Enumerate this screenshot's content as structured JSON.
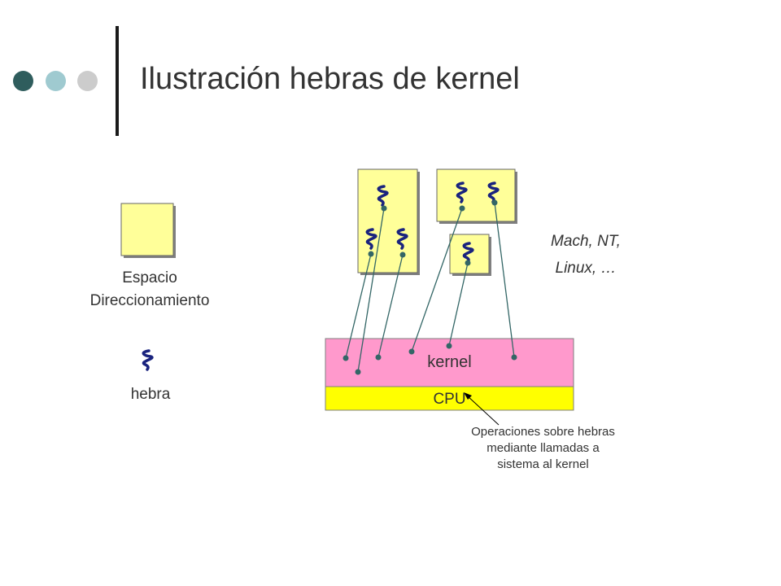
{
  "slide": {
    "title": "Ilustración hebras de kernel",
    "decor_dots": [
      "#2f5d5d",
      "#9fcad0",
      "#cccccc"
    ]
  },
  "legend": {
    "address_space_line1": "Espacio",
    "address_space_line2": "Direccionamiento",
    "thread_label": "hebra"
  },
  "diagram": {
    "os_names_line1": "Mach, NT,",
    "os_names_line2": "Linux, …",
    "kernel_label": "kernel",
    "cpu_label": "CPU",
    "note_line1": "Operaciones sobre hebras",
    "note_line2": "mediante llamadas a",
    "note_line3": "sistema al kernel",
    "colors": {
      "process_fill": "#ffff99",
      "kernel_fill": "#ff99cc",
      "cpu_fill": "#ffff00",
      "thread_stroke": "#1a237e",
      "connector": "#336666"
    }
  }
}
